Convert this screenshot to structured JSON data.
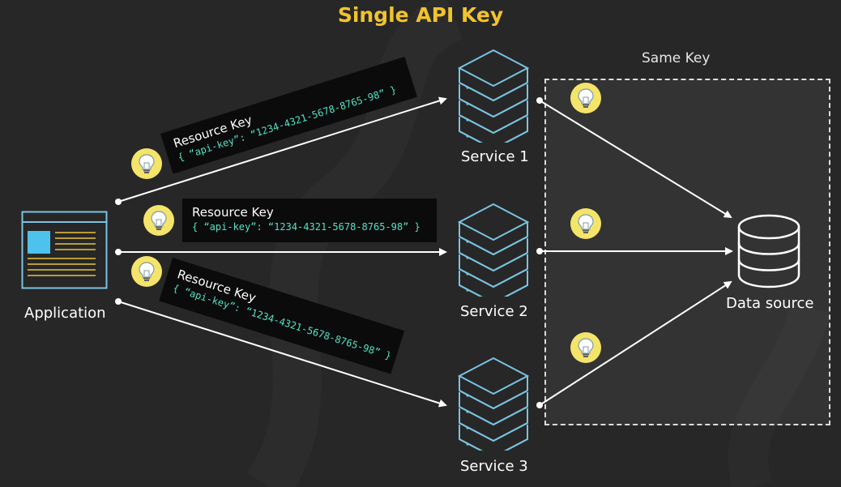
{
  "title": "Single API Key",
  "same_key_label": "Same Key",
  "nodes": {
    "application": "Application",
    "service1": "Service 1",
    "service2": "Service 2",
    "service3": "Service 3",
    "datasource": "Data source"
  },
  "key_boxes": [
    {
      "heading": "Resource Key",
      "code": "{ “api-key”: “1234-4321-5678-8765-98” }"
    },
    {
      "heading": "Resource Key",
      "code": "{ “api-key”: “1234-4321-5678-8765-98” }"
    },
    {
      "heading": "Resource Key",
      "code": "{ “api-key”: “1234-4321-5678-8765-98” }"
    }
  ],
  "colors": {
    "background": "#272727",
    "title": "#f2c32c",
    "icon_stroke": "#79c3e0",
    "code_text": "#52e3c4",
    "bulb": "#f4e56a"
  },
  "icons": [
    "lightbulb-icon",
    "server-stack-icon",
    "database-icon",
    "application-window-icon"
  ]
}
